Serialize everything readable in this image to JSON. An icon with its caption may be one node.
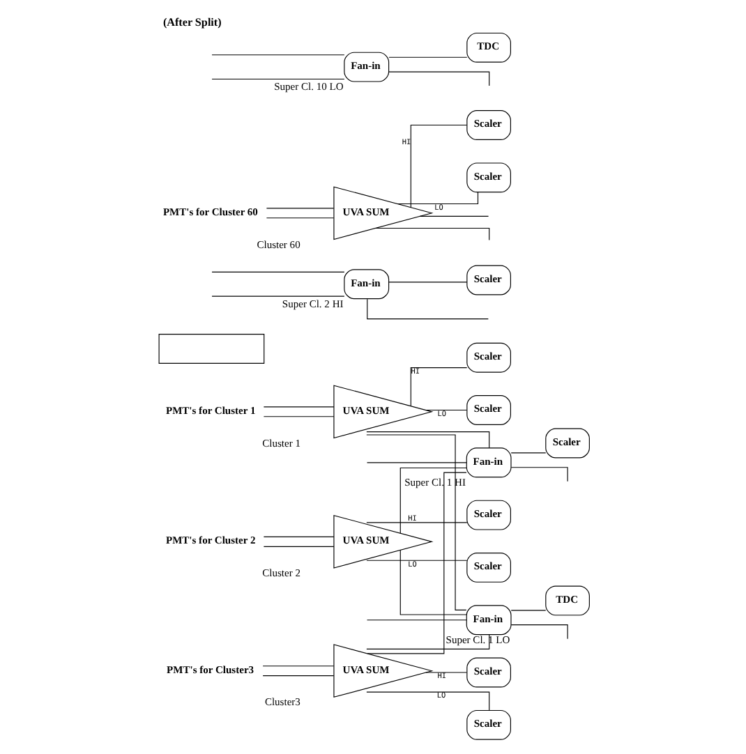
{
  "diagram": {
    "title": "(After Split)",
    "nodes": [
      {
        "text": [
          "PMT's for Cluster 1"
        ]
      },
      {
        "text": [
          "UVA SUM"
        ],
        "beside": [
          "Cluster 1"
        ]
      },
      {
        "text": [
          "Scaler"
        ]
      },
      {
        "text": [
          "Fan-in"
        ],
        "beside": [
          "Super Cl. 1 HI"
        ]
      },
      {
        "text": [
          "Scaler"
        ]
      },
      {
        "text": [
          "Scaler"
        ]
      },
      {
        "text": [],
        "shape": "box"
      },
      {
        "text": [
          "PMT's for Cluster 2"
        ]
      },
      {
        "text": [
          "UVA SUM"
        ],
        "beside": [
          "Cluster 2"
        ]
      },
      {
        "text": [
          "Scaler"
        ]
      },
      {
        "text": [
          "Fan-in"
        ],
        "beside": [
          "Super Cl. 1 LO"
        ]
      },
      {
        "text": [
          "TDC"
        ]
      },
      {
        "text": [
          "Scaler"
        ]
      },
      {
        "text": [
          "PMT's for Cluster3"
        ]
      },
      {
        "text": [
          "UVA SUM"
        ],
        "beside": [
          "Cluster3"
        ]
      },
      {
        "text": [
          "Scaler"
        ]
      },
      {
        "text": [
          "Fan-in"
        ],
        "beside": [
          "Super Cl. 2 HI"
        ]
      },
      {
        "text": [
          "Scaler"
        ]
      },
      {
        "text": [
          "Scaler"
        ]
      },
      {
        "text": [
          "Scaler"
        ]
      },
      {
        "text": [
          "PMT's for Cluster 60"
        ]
      },
      {
        "text": [
          "UVA SUM"
        ],
        "beside": [
          "Cluster 60"
        ]
      },
      {
        "text": [
          "Fan-in"
        ],
        "beside": [
          "Super Cl. 10 LO"
        ]
      },
      {
        "text": [
          "TDC"
        ]
      },
      {
        "text": [
          "Scaler"
        ]
      }
    ],
    "edges": [
      {
        "from": 0,
        "to": 1,
        "arrow": "none"
      },
      {
        "from": 0,
        "to": 1,
        "arrow": "none"
      },
      {
        "from": 1,
        "to": 2,
        "arrow": "none",
        "label": "HI"
      },
      {
        "from": 1,
        "to": 3,
        "arrow": "none"
      },
      {
        "from": 1,
        "to": 5,
        "arrow": "none",
        "label": "LO"
      },
      {
        "from": 1,
        "to": 10,
        "arrow": "none"
      },
      {
        "from": 3,
        "to": 4,
        "arrow": "none"
      },
      {
        "from": 3,
        "to": null,
        "arrow": "none"
      },
      {
        "from": null,
        "to": 3,
        "arrow": "none"
      },
      {
        "from": 7,
        "to": 8,
        "arrow": "none"
      },
      {
        "from": 7,
        "to": 8,
        "arrow": "none"
      },
      {
        "from": 8,
        "to": 9,
        "arrow": "none",
        "label": "HI"
      },
      {
        "from": 8,
        "to": 3,
        "arrow": "none"
      },
      {
        "from": 8,
        "to": 12,
        "arrow": "none",
        "label": "LO"
      },
      {
        "from": 8,
        "to": 10,
        "arrow": "none"
      },
      {
        "from": 10,
        "to": 11,
        "arrow": "none"
      },
      {
        "from": 10,
        "to": null,
        "arrow": "none"
      },
      {
        "from": null,
        "to": 10,
        "arrow": "none"
      },
      {
        "from": 13,
        "to": 14,
        "arrow": "none"
      },
      {
        "from": 13,
        "to": 14,
        "arrow": "none"
      },
      {
        "from": 14,
        "to": 15,
        "arrow": "none",
        "label": "HI"
      },
      {
        "from": 14,
        "to": 3,
        "arrow": "none"
      },
      {
        "from": 14,
        "to": 18,
        "arrow": "none",
        "label": "LO"
      },
      {
        "from": 14,
        "to": 10,
        "arrow": "none"
      },
      {
        "from": 16,
        "to": 17,
        "arrow": "none"
      },
      {
        "from": 16,
        "to": null,
        "arrow": "none"
      },
      {
        "from": null,
        "to": 16,
        "arrow": "none"
      },
      {
        "from": null,
        "to": 16,
        "arrow": "none"
      },
      {
        "from": 20,
        "to": 21,
        "arrow": "none"
      },
      {
        "from": 20,
        "to": 21,
        "arrow": "none"
      },
      {
        "from": 21,
        "to": 19,
        "arrow": "none",
        "label": "HI"
      },
      {
        "from": 21,
        "to": null,
        "arrow": "none"
      },
      {
        "from": 21,
        "to": 24,
        "arrow": "none",
        "label": "LO"
      },
      {
        "from": 21,
        "to": null,
        "arrow": "none"
      },
      {
        "from": 22,
        "to": 23,
        "arrow": "none"
      },
      {
        "from": 22,
        "to": null,
        "arrow": "none"
      },
      {
        "from": null,
        "to": 22,
        "arrow": "none"
      },
      {
        "from": null,
        "to": 22,
        "arrow": "none"
      }
    ]
  }
}
